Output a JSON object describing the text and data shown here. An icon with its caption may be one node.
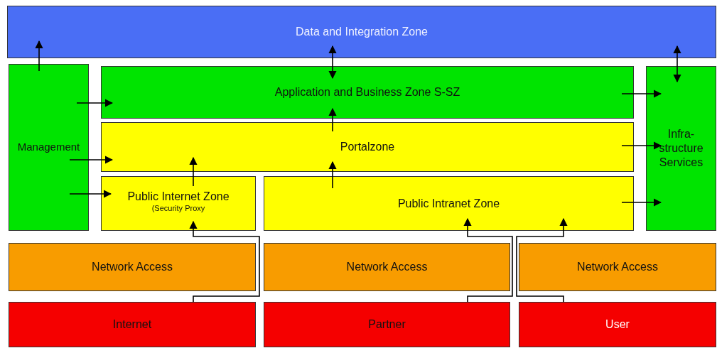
{
  "diagram": {
    "nodes": [
      {
        "text": [
          "Data and Integration Zone"
        ]
      },
      {
        "text": [
          "Management"
        ]
      },
      {
        "text": [
          "Application and Business Zone S-SZ"
        ]
      },
      {
        "text": [
          "Portalzone"
        ]
      },
      {
        "text": [
          "Public Internet Zone",
          "(Security Proxy"
        ]
      },
      {
        "text": [
          "Public Intranet Zone"
        ]
      },
      {
        "text": [
          "Infra- structure Services"
        ]
      },
      {
        "text": [
          "Network Access"
        ]
      },
      {
        "text": [
          "Network Access"
        ]
      },
      {
        "text": [
          "Network Access"
        ]
      },
      {
        "text": [
          "Internet"
        ]
      },
      {
        "text": [
          "Partner"
        ]
      },
      {
        "text": [
          "User"
        ]
      }
    ],
    "edges": [
      {
        "from": 1,
        "to": 0,
        "arrow": "to"
      },
      {
        "from": 0,
        "to": 2,
        "arrow": "both"
      },
      {
        "from": 0,
        "to": 6,
        "arrow": "both"
      },
      {
        "from": 1,
        "to": 2,
        "arrow": "to"
      },
      {
        "from": 1,
        "to": 3,
        "arrow": "to"
      },
      {
        "from": 1,
        "to": 4,
        "arrow": "to"
      },
      {
        "from": 3,
        "to": 2,
        "arrow": "to"
      },
      {
        "from": 5,
        "to": 3,
        "arrow": "to"
      },
      {
        "from": 4,
        "to": 3,
        "arrow": "to"
      },
      {
        "from": 10,
        "to": 4,
        "arrow": "to"
      },
      {
        "from": 11,
        "to": 5,
        "arrow": "to"
      },
      {
        "from": 12,
        "to": 5,
        "arrow": "to"
      },
      {
        "from": 2,
        "to": 6,
        "arrow": "to"
      },
      {
        "from": 3,
        "to": 6,
        "arrow": "to"
      },
      {
        "from": 5,
        "to": 6,
        "arrow": "to"
      }
    ]
  }
}
